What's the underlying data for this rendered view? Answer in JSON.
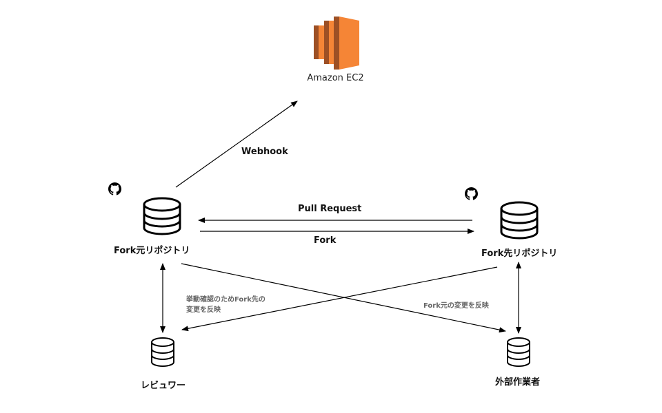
{
  "nodes": {
    "ec2": {
      "label": "Amazon EC2",
      "icon": "aws-ec2-icon"
    },
    "upstream_repo": {
      "label": "Fork元リポジトリ",
      "icon": "database-icon",
      "badge": "github-icon"
    },
    "fork_repo": {
      "label": "Fork先リポジトリ",
      "icon": "database-icon",
      "badge": "github-icon"
    },
    "reviewer": {
      "label": "レビュワー",
      "icon": "database-icon"
    },
    "contributor": {
      "label": "外部作業者",
      "icon": "database-icon"
    }
  },
  "edges": {
    "webhook": {
      "label": "Webhook"
    },
    "pull_request": {
      "label": "Pull Request"
    },
    "fork": {
      "label": "Fork"
    },
    "reviewer_note": {
      "line1": "挙動確認のためFork先の",
      "line2": "変更を反映"
    },
    "contributor_note": {
      "label": "Fork元の変更を反映"
    }
  },
  "colors": {
    "ec2_light": "#F58536",
    "ec2_dark": "#9D5025",
    "github": "#000000",
    "line": "#000000",
    "note_text": "#666666"
  }
}
